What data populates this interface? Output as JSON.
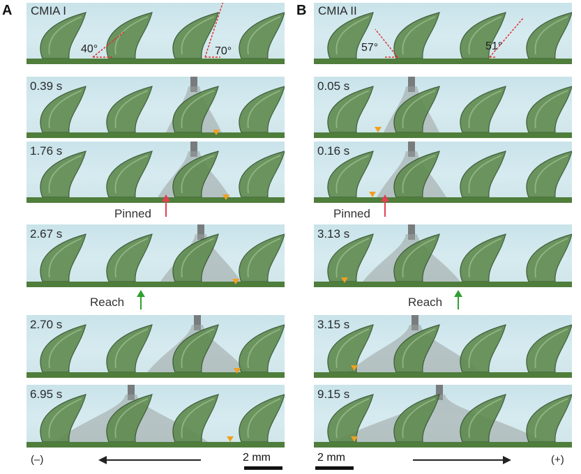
{
  "panel_a": {
    "letter": "A",
    "condition": "CMIA I",
    "angle_left": "40°",
    "angle_right": "70°",
    "timestamps": [
      "0.39 s",
      "1.76 s",
      "2.67 s",
      "2.70 s",
      "6.95 s"
    ],
    "pinned_label": "Pinned",
    "reach_label": "Reach",
    "direction_sign": "(–)",
    "scale_label": "2 mm"
  },
  "panel_b": {
    "letter": "B",
    "condition": "CMIA II",
    "angle_left": "57°",
    "angle_right": "51°",
    "timestamps": [
      "0.05 s",
      "0.16 s",
      "3.13 s",
      "3.15 s",
      "9.15 s"
    ],
    "pinned_label": "Pinned",
    "reach_label": "Reach",
    "direction_sign": "(+)",
    "scale_label": "2 mm"
  },
  "colors": {
    "background_frame": "#d2e8ee",
    "spike_green": "#5f8a4e",
    "ground_green": "#4f7d3b",
    "marker_orange": "#f0a020",
    "pinned_arrow": "#e04050",
    "reach_arrow": "#30a030",
    "angle_guide": "#e03030"
  }
}
